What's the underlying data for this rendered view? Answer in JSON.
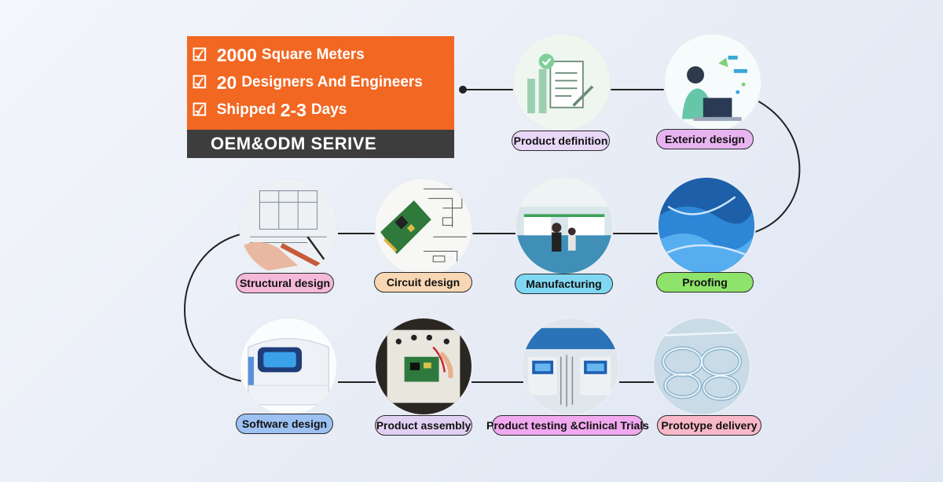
{
  "banner": {
    "lines": [
      {
        "bold": "2000",
        "rest": "Square Meters"
      },
      {
        "bold": "20",
        "rest": "Designers And Engineers"
      },
      {
        "pre": "Shipped",
        "bold": "2-3",
        "rest": "Days"
      }
    ],
    "footer": "OEM&ODM SERIVE",
    "colors": {
      "orange": "#f26722",
      "dark": "#3d3d3d"
    }
  },
  "steps": [
    {
      "label": "Product definition",
      "icon": "document-checklist-icon",
      "color": "#e9d7f7"
    },
    {
      "label": "Exterior design",
      "icon": "designer-laptop-icon",
      "color": "#e8b4f0"
    },
    {
      "label": "Proofing",
      "icon": "blue-parts-icon",
      "color": "#8ee36a"
    },
    {
      "label": "Manufacturing",
      "icon": "factory-line-icon",
      "color": "#7fd7f2"
    },
    {
      "label": "Circuit design",
      "icon": "circuit-board-icon",
      "color": "#f8d7b4"
    },
    {
      "label": "Structural design",
      "icon": "blueprint-icon",
      "color": "#f4b8d8"
    },
    {
      "label": "Software design",
      "icon": "device-screen-icon",
      "color": "#9cc1f2"
    },
    {
      "label": "Product assembly",
      "icon": "assembly-board-icon",
      "color": "#e2d0f2"
    },
    {
      "label": "Product testing &Clinical Trials",
      "icon": "testing-machine-icon",
      "color": "#f0a9ee"
    },
    {
      "label": "Prototype delivery",
      "icon": "tubing-coils-icon",
      "color": "#f8b8c8"
    }
  ]
}
